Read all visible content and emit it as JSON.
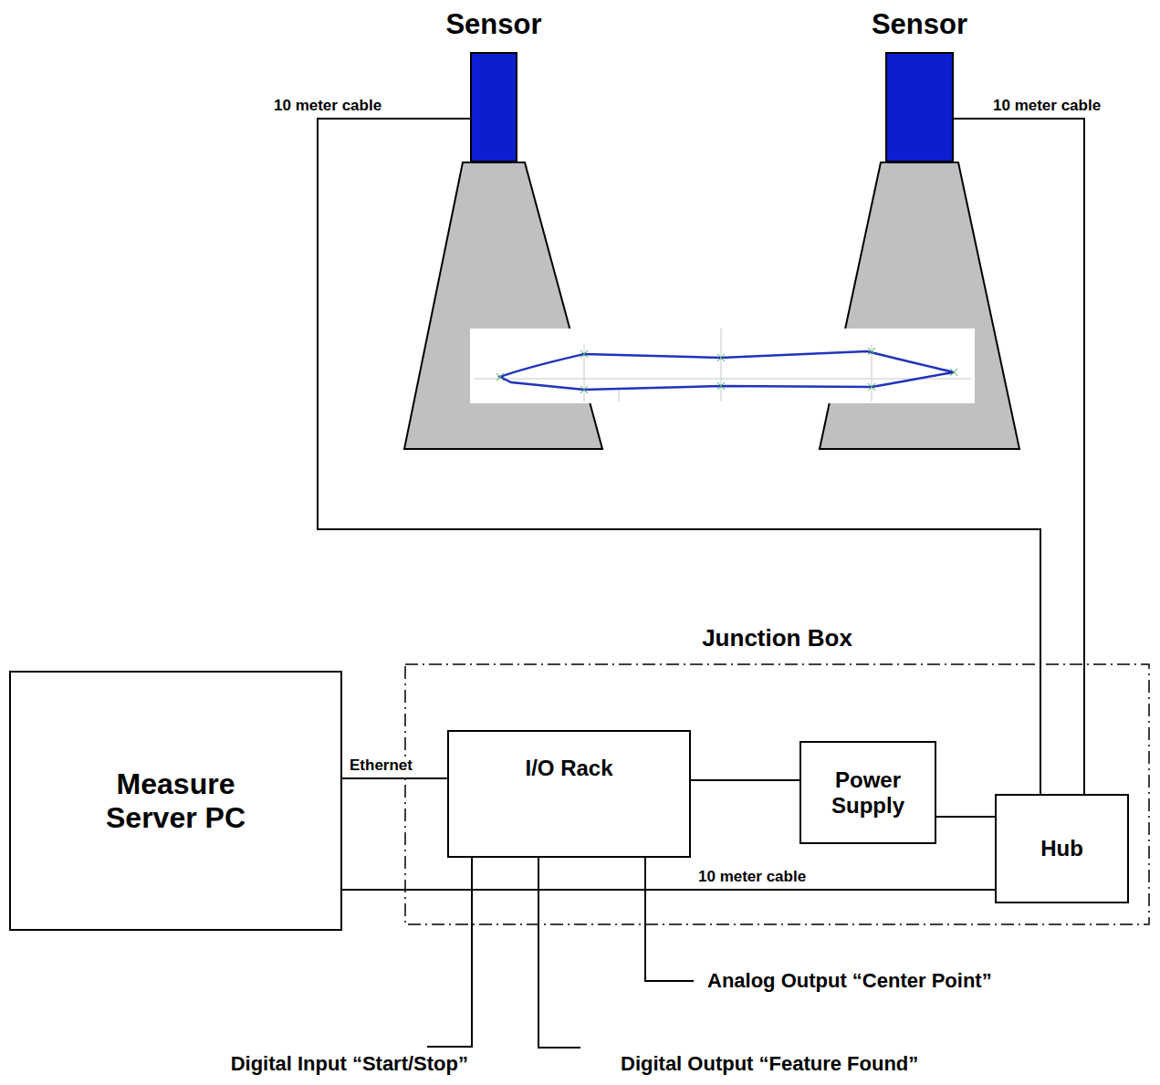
{
  "diagram": {
    "nodes": [
      {
        "text": [
          "Sensor"
        ]
      },
      {
        "text": [
          "Sensor"
        ]
      },
      {
        "text": [
          "Junction Box"
        ]
      },
      {
        "text": [
          "Measure Server PC"
        ]
      },
      {
        "text": [
          "I/O Rack"
        ],
        "in": 2
      },
      {
        "text": [
          "Power Supply"
        ],
        "in": 2
      },
      {
        "text": [
          "Hub"
        ],
        "in": 2
      }
    ],
    "edges": [
      {
        "from": 0,
        "to": 6,
        "arrow": "none",
        "label": "10 meter cable"
      },
      {
        "from": 1,
        "to": 6,
        "arrow": "none",
        "label": "10 meter cable"
      },
      {
        "from": 3,
        "to": 4,
        "arrow": "none",
        "label": "Ethernet"
      },
      {
        "from": 4,
        "to": 5,
        "arrow": "none"
      },
      {
        "from": 5,
        "to": 6,
        "arrow": "none"
      },
      {
        "from": 3,
        "to": 6,
        "arrow": "none",
        "label": "10 meter cable"
      }
    ],
    "labels": [
      "Analog Output “Center Point”",
      "Digital Input “Start/Stop”",
      "Digital Output “Feature Found”"
    ]
  }
}
